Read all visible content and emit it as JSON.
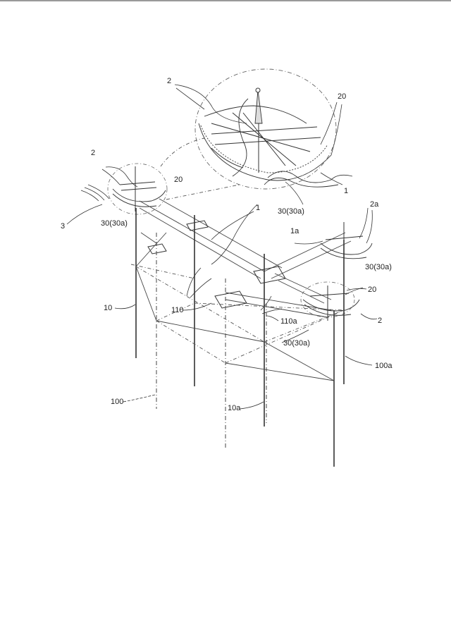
{
  "labels": {
    "l2_top": "2",
    "l20_top": "20",
    "l1_top": "1",
    "l30_top": "30(30a)",
    "l2_left": "2",
    "l20_left": "20",
    "l3": "3",
    "l30_left": "30(30a)",
    "l1_mid": "1",
    "l2a": "2a",
    "l1a": "1a",
    "l30_right": "30(30a)",
    "l20_right": "20",
    "l2_right": "2",
    "l10": "10",
    "l110": "110",
    "l110a": "110a",
    "l30_center": "30(30a)",
    "l100a": "100a",
    "l100": "100",
    "l10a": "10a"
  }
}
